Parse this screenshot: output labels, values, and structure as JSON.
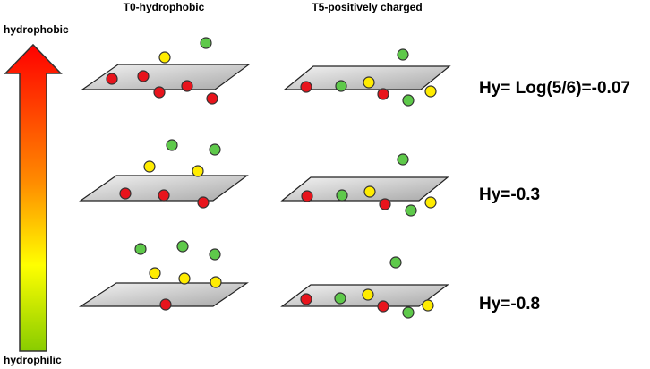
{
  "axis": {
    "top_label": "hydrophobic",
    "bottom_label": "hydrophilic",
    "arrow_color_top": "#ff0000",
    "arrow_color_bottom": "#88cc00"
  },
  "columns": {
    "left_title": "T0-hydrophobic",
    "right_title": "T5-positively charged"
  },
  "colors": {
    "red": "#e8141c",
    "yellow": "#ffec00",
    "green": "#5ec94a",
    "plane_light": "#f2f2f2",
    "plane_dark": "#a8a8a8"
  },
  "rows": [
    {
      "equation": "Hy= Log(5/6)=-0.07",
      "left": {
        "on_plane": [
          "red",
          "red",
          "red",
          "red",
          "red"
        ],
        "above": [
          "yellow",
          "green"
        ]
      },
      "right": {
        "on_plane": [
          "red",
          "green",
          "yellow",
          "red",
          "green",
          "yellow"
        ],
        "above": [
          "green"
        ]
      }
    },
    {
      "equation": "Hy=-0.3",
      "left": {
        "on_plane": [
          "red",
          "red",
          "red"
        ],
        "above": [
          "green",
          "green",
          "yellow",
          "yellow"
        ]
      },
      "right": {
        "on_plane": [
          "red",
          "green",
          "yellow",
          "red",
          "green",
          "yellow"
        ],
        "above": [
          "green"
        ]
      }
    },
    {
      "equation": "Hy=-0.8",
      "left": {
        "on_plane": [
          "red"
        ],
        "above": [
          "green",
          "green",
          "green",
          "yellow",
          "yellow",
          "yellow"
        ]
      },
      "right": {
        "on_plane": [
          "red",
          "green",
          "yellow",
          "red",
          "green",
          "yellow"
        ],
        "above": [
          "green"
        ]
      }
    }
  ]
}
